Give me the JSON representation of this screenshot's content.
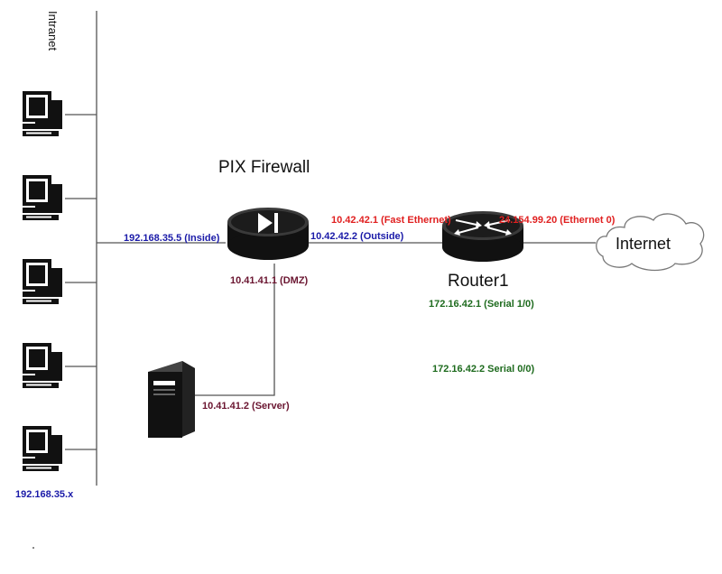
{
  "labels": {
    "intranet": "Intranet",
    "pix_firewall": "PIX Firewall",
    "router1": "Router1",
    "internet": "Internet",
    "inside_if": "192.168.35.5 (Inside)",
    "outside_if": "10.42.42.2 (Outside)",
    "dmz_if": "10.41.41.1 (DMZ)",
    "server_if": "10.41.41.2 (Server)",
    "router_fe": "10.42.42.1 (Fast Ethernet)",
    "router_eth0": "24.154.99.20 (Ethernet 0)",
    "router_serial10": "172.16.42.1 (Serial 1/0)",
    "serial00": "172.16.42.2 Serial 0/0)",
    "intranet_subnet": "192.168.35.x"
  },
  "colors": {
    "inside_outside": "#1a1aa8",
    "dmz_server": "#6a1530",
    "router_fe_eth": "#e02020",
    "serial": "#1e6b1e",
    "line": "#555555",
    "device": "#111111"
  },
  "icons": {
    "workstation": "desktop-computer-icon",
    "firewall": "pix-firewall-icon",
    "router": "router-icon",
    "server": "server-tower-icon",
    "cloud": "internet-cloud-icon"
  }
}
